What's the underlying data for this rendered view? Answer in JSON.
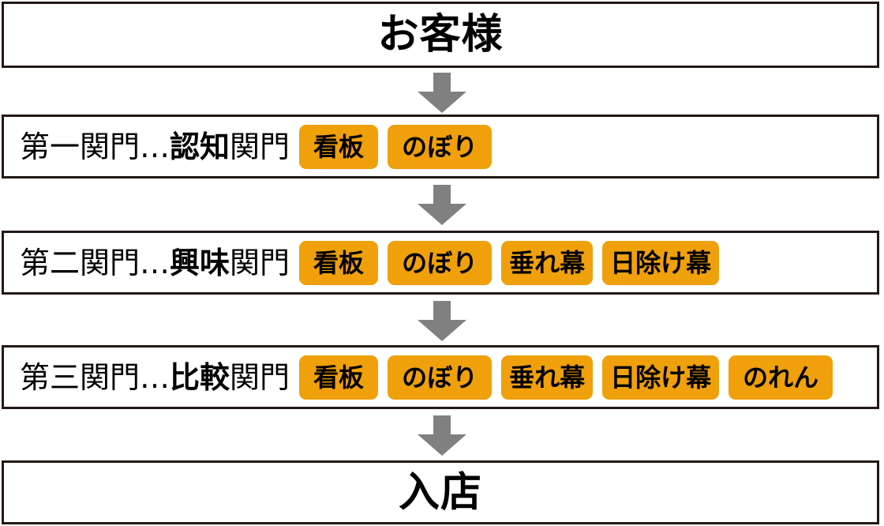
{
  "diagram": {
    "title_box": {
      "label": "お客様"
    },
    "end_box": {
      "label": "入店"
    },
    "arrow_color": "#808080",
    "tag_color": "#EFA00B",
    "border_color": "#231815",
    "separator": "…",
    "gates": [
      {
        "ordinal": "第一関門",
        "separator": "…",
        "emphasis": "認知",
        "suffix": "関門",
        "tags": [
          "看板",
          "のぼり"
        ]
      },
      {
        "ordinal": "第二関門",
        "separator": "…",
        "emphasis": "興味",
        "suffix": "関門",
        "tags": [
          "看板",
          "のぼり",
          "垂れ幕",
          "日除け幕"
        ]
      },
      {
        "ordinal": "第三関門",
        "separator": "…",
        "emphasis": "比較",
        "suffix": "関門",
        "tags": [
          "看板",
          "のぼり",
          "垂れ幕",
          "日除け幕",
          "のれん"
        ]
      }
    ]
  }
}
